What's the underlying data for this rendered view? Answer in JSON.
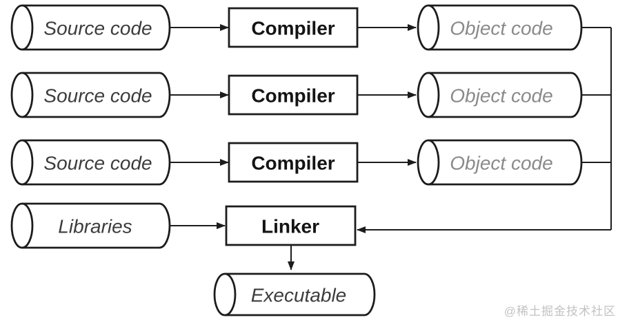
{
  "colors": {
    "line": "#1c1c1c",
    "label_dark": "#3c3c3c",
    "label_muted": "#8a8a8a",
    "box_label": "#141414",
    "watermark": "#c2c2c2",
    "background": "#ffffff"
  },
  "rows": [
    {
      "input": "Source code",
      "process": "Compiler",
      "output": "Object code"
    },
    {
      "input": "Source code",
      "process": "Compiler",
      "output": "Object code"
    },
    {
      "input": "Source code",
      "process": "Compiler",
      "output": "Object code"
    }
  ],
  "link_stage": {
    "input": "Libraries",
    "process": "Linker"
  },
  "result": {
    "label": "Executable"
  },
  "watermark": {
    "text": "@稀土掘金技术社区"
  }
}
